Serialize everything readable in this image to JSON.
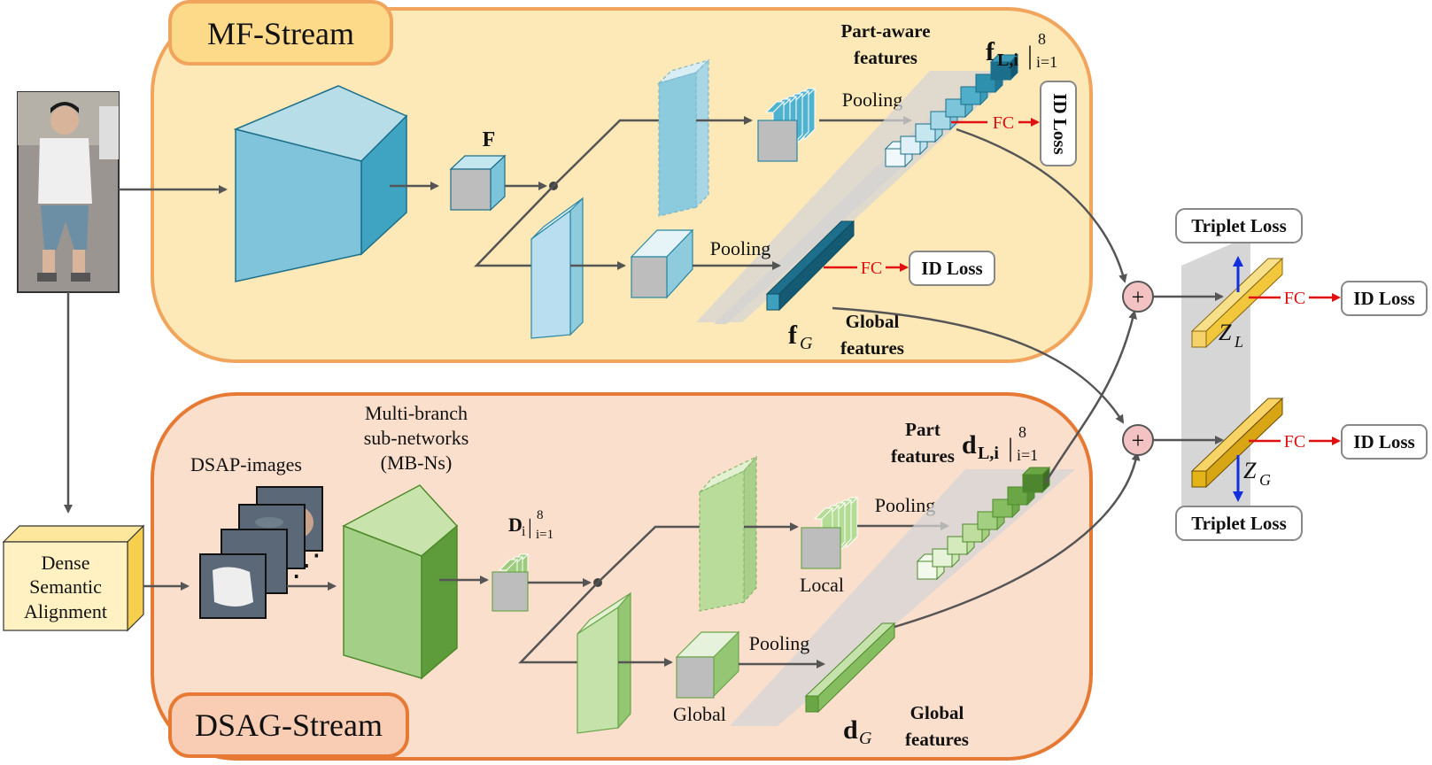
{
  "streams": {
    "mf": "MF-Stream",
    "dsag": "DSAG-Stream"
  },
  "mf": {
    "feature_map": "F",
    "pool_local": "Pooling",
    "pool_global": "Pooling",
    "part_aware_line1": "Part-aware",
    "part_aware_line2": "features",
    "f_local_base": "f",
    "f_local_sub": "L,i",
    "f_local_range": "|",
    "f_local_sup": "8",
    "f_local_sub2": "i=1",
    "id_loss_local": "ID Loss",
    "fc_local": "FC",
    "id_loss_global": "ID Loss",
    "fc_global": "FC",
    "f_global_base": "f",
    "f_global_sub": "G",
    "global_line1": "Global",
    "global_line2": "features"
  },
  "dsag": {
    "dsa_line1": "Dense",
    "dsa_line2": "Semantic",
    "dsa_line3": "Alignment",
    "dsap_images": "DSAP-images",
    "dots": "⋰",
    "mbn_line1": "Multi-branch",
    "mbn_line2": "sub-networks",
    "mbn_line3": "(MB-Ns)",
    "d_base": "D",
    "d_sub": "i",
    "d_range": "|",
    "d_sup": "8",
    "d_sub2": "i=1",
    "pool_local": "Pooling",
    "pool_global": "Pooling",
    "local": "Local",
    "global": "Global",
    "part_line1": "Part",
    "part_line2": "features",
    "d_local_base": "d",
    "d_local_sub": "L,i",
    "d_local_range": "|",
    "d_local_sup": "8",
    "d_local_sub2": "i=1",
    "d_global_base": "d",
    "d_global_sub": "G",
    "global_line1": "Global",
    "global_line2": "features"
  },
  "fusion": {
    "plus_symbol": "+",
    "triplet_top": "Triplet Loss",
    "triplet_bottom": "Triplet Loss",
    "id_loss_top": "ID Loss",
    "id_loss_bottom": "ID Loss",
    "fc_top": "FC",
    "fc_bottom": "FC",
    "z_l_base": "Z",
    "z_l_sub": "L",
    "z_g_base": "Z",
    "z_g_sub": "G"
  },
  "colors": {
    "mf_bg": "#fde9b8",
    "mf_border": "#f0a45c",
    "dsag_bg": "#fbdfcd",
    "dsag_border": "#e67a35",
    "blue": "#3aa6c4",
    "green": "#8cc066",
    "yellow": "#f2c73c",
    "fc_arrow": "#e01010"
  }
}
